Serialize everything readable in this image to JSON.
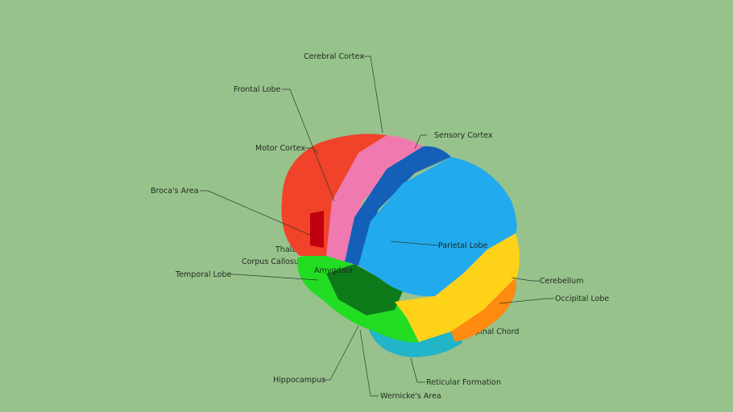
{
  "labels": {
    "cerebral_cortex": "Cerebral Cortex",
    "frontal_lobe": "Frontal Lobe",
    "sensory_cortex": "Sensory Cortex",
    "motor_cortex": "Motor Cortex",
    "brocas_area": "Broca's Area",
    "thalamus": "Thalamus",
    "parietal_lobe": "Parietal Lobe",
    "corpus_callosum": "Corpus Callosum",
    "amygdala": "Amygdala",
    "temporal_lobe": "Temporal Lobe",
    "cerebellum": "Cerebellum",
    "occipital_lobe": "Occipital Lobe",
    "spinal_chord": "Spinal Chord",
    "hippocampus": "Hippocampus",
    "reticular_formation": "Reticular Formation",
    "wernickes_area": "Wernicke's Area"
  },
  "colors": {
    "background": "#98c28c",
    "frontal": "#f0432a",
    "motor": "#f07ab0",
    "parietal": "#22aaee",
    "sensory": "#1460b8",
    "occipital": "#ffd21a",
    "cerebellum": "#ff8a10",
    "temporal": "#22dd22",
    "wernicke": "#0d7a1a",
    "brainstem": "#22b4c8",
    "broca": "#c00010"
  }
}
